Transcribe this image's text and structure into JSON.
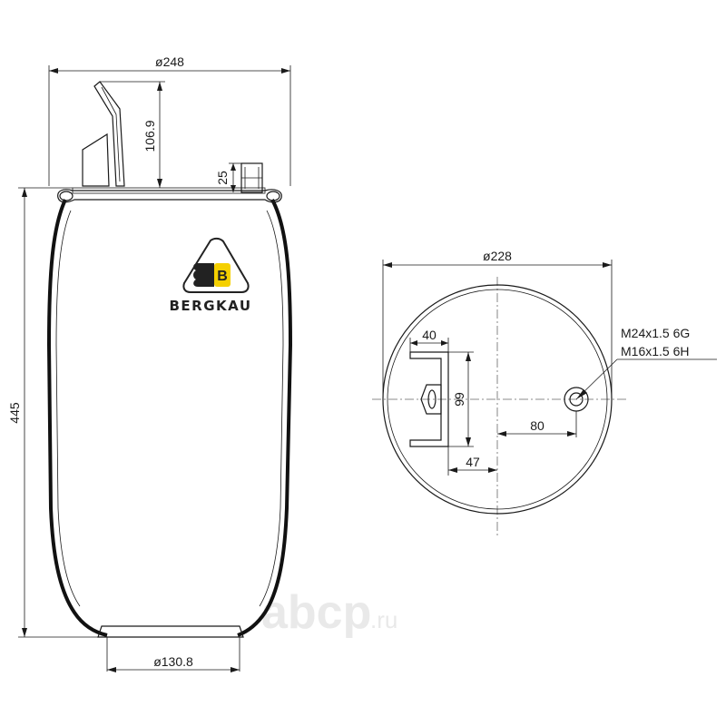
{
  "dimensions": {
    "top_diameter": "ø248",
    "bracket_height": "106.9",
    "stud_height": "25",
    "overall_height": "445",
    "bottom_diameter": "ø130.8",
    "plate_diameter": "ø228",
    "bracket_width": "40",
    "bracket_length": "99",
    "stud_offset": "80",
    "bracket_offset": "47"
  },
  "thread_labels": {
    "line1": "M24x1.5 6G",
    "line2": "M16x1.5 6H"
  },
  "brand": {
    "name": "BERGKAU",
    "logo_letter": "B",
    "logo_color": "#f5d000"
  },
  "watermark": {
    "text": "abcp",
    "suffix": ".ru",
    "color": "#e9e9e9"
  }
}
